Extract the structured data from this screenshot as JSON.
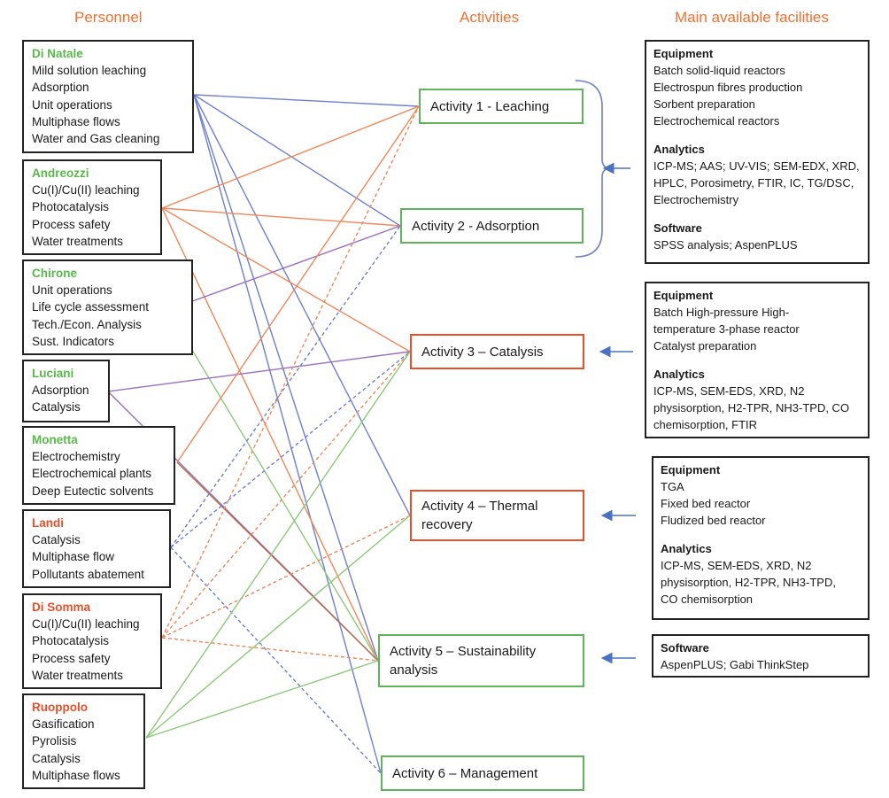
{
  "headers": {
    "personnel": "Personnel",
    "activities": "Activities",
    "facilities": "Main available facilities"
  },
  "personnel": [
    {
      "name": "Di Natale",
      "color": "green",
      "lines": [
        "Mild solution leaching",
        "Adsorption",
        "Unit operations",
        "Multiphase flows",
        "Water and Gas cleaning"
      ]
    },
    {
      "name": "Andreozzi",
      "color": "green",
      "lines": [
        "Cu(I)/Cu(II) leaching",
        "Photocatalysis",
        "Process safety",
        "Water treatments"
      ]
    },
    {
      "name": "Chirone",
      "color": "green",
      "lines": [
        "Unit operations",
        "Life cycle assessment",
        "Tech./Econ. Analysis",
        "Sust. Indicators"
      ]
    },
    {
      "name": "Luciani",
      "color": "green",
      "lines": [
        "Adsorption",
        "Catalysis"
      ]
    },
    {
      "name": "Monetta",
      "color": "green",
      "lines": [
        "Electrochemistry",
        "Electrochemical plants",
        "Deep Eutectic solvents"
      ]
    },
    {
      "name": "Landi",
      "color": "red",
      "lines": [
        "Catalysis",
        "Multiphase flow",
        "Pollutants abatement"
      ]
    },
    {
      "name": "Di Somma",
      "color": "red",
      "lines": [
        "Cu(I)/Cu(II) leaching",
        "Photocatalysis",
        "Process safety",
        "Water treatments"
      ]
    },
    {
      "name": "Ruoppolo",
      "color": "red",
      "lines": [
        "Gasification",
        "Pyrolisis",
        "Catalysis",
        "Multiphase flows"
      ]
    }
  ],
  "activities": [
    {
      "lines": [
        "Activity 1 - Leaching"
      ],
      "color": "green"
    },
    {
      "lines": [
        "Activity 2 - Adsorption"
      ],
      "color": "green"
    },
    {
      "lines": [
        "Activity 3 – Catalysis"
      ],
      "color": "red"
    },
    {
      "lines": [
        "Activity 4 – Thermal",
        "recovery"
      ],
      "color": "red"
    },
    {
      "lines": [
        "Activity 5 – Sustainability",
        "analysis"
      ],
      "color": "green"
    },
    {
      "lines": [
        "Activity 6 – Management"
      ],
      "color": "green"
    }
  ],
  "facilities": [
    {
      "sections": [
        {
          "heading": "Equipment",
          "lines": [
            "Batch solid-liquid reactors",
            "Electrospun fibres production",
            "Sorbent preparation",
            "Electrochemical reactors"
          ]
        },
        {
          "heading": "Analytics",
          "lines": [
            "ICP-MS; AAS; UV-VIS; SEM-EDX, XRD,",
            "HPLC, Porosimetry, FTIR, IC, TG/DSC,",
            "Electrochemistry"
          ]
        },
        {
          "heading": "Software",
          "lines": [
            "SPSS analysis; AspenPLUS"
          ]
        }
      ]
    },
    {
      "sections": [
        {
          "heading": "Equipment",
          "lines": [
            "Batch High-pressure High-",
            "temperature 3-phase reactor",
            "Catalyst preparation"
          ]
        },
        {
          "heading": "Analytics",
          "lines": [
            "ICP-MS, SEM-EDS, XRD, N2",
            "physisorption, H2-TPR, NH3-TPD, CO",
            "chemisorption, FTIR"
          ]
        }
      ]
    },
    {
      "sections": [
        {
          "heading": "Equipment",
          "lines": [
            "TGA",
            "Fixed bed reactor",
            "Fludized bed reactor"
          ]
        },
        {
          "heading": "Analytics",
          "lines": [
            "ICP-MS, SEM-EDS, XRD, N2",
            "physisorption, H2-TPR, NH3-TPD,",
            "CO chemisorption"
          ]
        }
      ]
    },
    {
      "sections": [
        {
          "heading": "Software",
          "lines": [
            "AspenPLUS; Gabi ThinkStep"
          ]
        }
      ]
    }
  ],
  "colors": {
    "blue": "#6e7fce",
    "orange": "#f0875a",
    "green": "#8cc87a",
    "purple": "#9a6fc0",
    "brown": "#b5704a",
    "arrow": "#4a72c4"
  },
  "links": [
    {
      "from": 0,
      "to": 0,
      "color": "blue"
    },
    {
      "from": 0,
      "to": 1,
      "color": "blue"
    },
    {
      "from": 0,
      "to": 4,
      "color": "blue"
    },
    {
      "from": 0,
      "to": 5,
      "color": "blue"
    },
    {
      "from": 0,
      "to": 3,
      "color": "blue"
    },
    {
      "from": 1,
      "to": 0,
      "color": "orange"
    },
    {
      "from": 1,
      "to": 1,
      "color": "orange"
    },
    {
      "from": 1,
      "to": 2,
      "color": "orange"
    },
    {
      "from": 1,
      "to": 4,
      "color": "orange"
    },
    {
      "from": 2,
      "to": 1,
      "color": "purple"
    },
    {
      "from": 2,
      "to": 4,
      "color": "green"
    },
    {
      "from": 3,
      "to": 2,
      "color": "purple"
    },
    {
      "from": 3,
      "to": 4,
      "color": "purple"
    },
    {
      "from": 4,
      "to": 0,
      "color": "orange"
    },
    {
      "from": 4,
      "to": 4,
      "color": "brown"
    },
    {
      "from": 5,
      "to": 1,
      "color": "blue",
      "dashed": true
    },
    {
      "from": 5,
      "to": 2,
      "color": "blue",
      "dashed": true
    },
    {
      "from": 5,
      "to": 5,
      "color": "blue",
      "dashed": true
    },
    {
      "from": 6,
      "to": 0,
      "color": "orange",
      "dashed": true
    },
    {
      "from": 6,
      "to": 2,
      "color": "orange",
      "dashed": true
    },
    {
      "from": 6,
      "to": 3,
      "color": "orange",
      "dashed": true
    },
    {
      "from": 6,
      "to": 4,
      "color": "orange",
      "dashed": true
    },
    {
      "from": 7,
      "to": 2,
      "color": "green"
    },
    {
      "from": 7,
      "to": 3,
      "color": "green"
    },
    {
      "from": 7,
      "to": 4,
      "color": "green"
    }
  ]
}
